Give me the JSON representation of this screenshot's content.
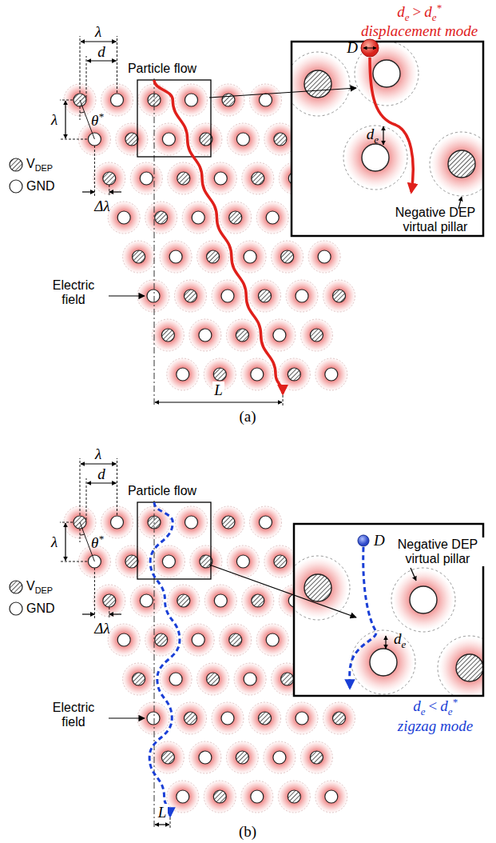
{
  "diagram": {
    "labels": [
      "Particle flow",
      "λ",
      "d",
      "λ",
      "θ",
      "*",
      "Δλ",
      "V",
      "DEP",
      "GND",
      "Electric field",
      "L",
      "d",
      "e",
      ">",
      "d",
      "e",
      "*",
      "displacement mode",
      "D",
      "d",
      "e",
      "Negative DEP virtual pillar",
      "(a)",
      "Particle flow",
      "λ",
      "d",
      "λ",
      "θ",
      "*",
      "Δλ",
      "V",
      "DEP",
      "GND",
      "Electric field",
      "L",
      "d",
      "e",
      "<",
      "d",
      "e",
      "*",
      "zigzag mode",
      "D",
      "d",
      "e",
      "Negative DEP virtual pillar",
      "(b)"
    ]
  }
}
